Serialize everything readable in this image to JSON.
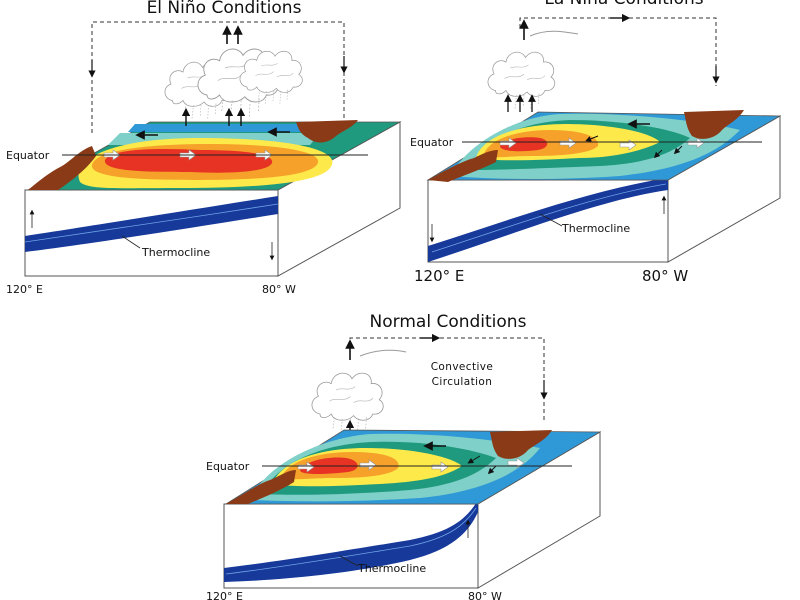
{
  "colors": {
    "warm_core": "#e63323",
    "warm_ring": "#f5a12a",
    "yellow": "#fde94a",
    "green": "#1f9a7e",
    "teal": "#7fd0c8",
    "blue": "#2f98d6",
    "deep": "#17399a",
    "land": "#8a3a16"
  },
  "panels": {
    "el_nino": {
      "title": "El Niño Conditions",
      "equator": "Equator",
      "thermocline": "Thermocline",
      "west": "120° E",
      "east": "80° W"
    },
    "la_nina": {
      "title": "La Niña Conditions",
      "equator": "Equator",
      "thermocline": "Thermocline",
      "west": "120° E",
      "east": "80° W"
    },
    "normal": {
      "title": "Normal Conditions",
      "equator": "Equator",
      "thermocline": "Thermocline",
      "west": "120° E",
      "east": "80° W",
      "convective_line1": "Convective",
      "convective_line2": "Circulation"
    }
  },
  "icons": [
    "cloud-icon",
    "arrow-icon",
    "land-mass"
  ]
}
